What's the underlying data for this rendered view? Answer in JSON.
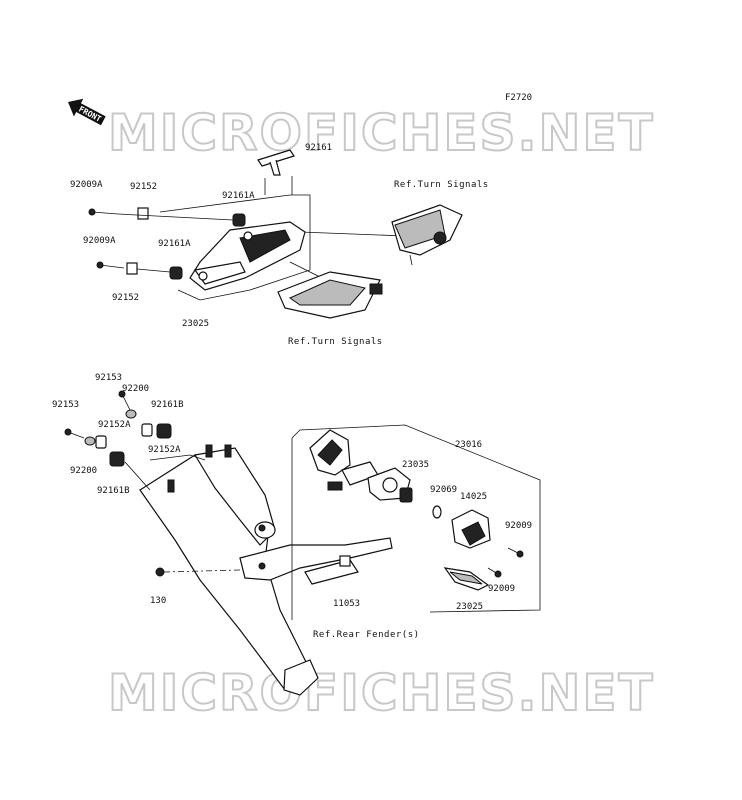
{
  "figure_code": "F2720",
  "watermark": "MICROFICHES.NET",
  "front_label": "FRONT",
  "refs": {
    "turn_signals_top": "Ref.Turn Signals",
    "turn_signals_bottom": "Ref.Turn Signals",
    "rear_fender": "Ref.Rear Fender(s)"
  },
  "parts": {
    "p92161_top": "92161",
    "p92009A_1": "92009A",
    "p92152_1": "92152",
    "p92161A_1": "92161A",
    "p92009A_2": "92009A",
    "p92161A_2": "92161A",
    "p92152_2": "92152",
    "p23025_top": "23025",
    "p92153_1": "92153",
    "p92200_1": "92200",
    "p92153_2": "92153",
    "p92161B_1": "92161B",
    "p92152A_1": "92152A",
    "p92152A_2": "92152A",
    "p92200_2": "92200",
    "p92161B_2": "92161B",
    "p130": "130",
    "p11053": "11053",
    "p23016": "23016",
    "p23035": "23035",
    "p92069": "92069",
    "p14025": "14025",
    "p92009_1": "92009",
    "p92009_2": "92009",
    "p23025_bottom": "23025"
  }
}
